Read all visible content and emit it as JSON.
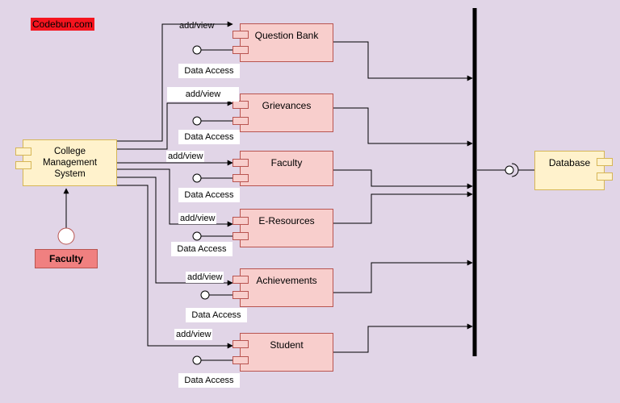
{
  "brand": "Codebun.com",
  "system": {
    "line1": "College",
    "line2": "Management",
    "line3": "System"
  },
  "actor": {
    "label": "Faculty"
  },
  "database": {
    "label": "Database"
  },
  "components": [
    {
      "name": "Question Bank",
      "link_label": "add/view",
      "access_label": "Data Access"
    },
    {
      "name": "Grievances",
      "link_label": "add/view",
      "access_label": "Data Access"
    },
    {
      "name": "Faculty",
      "link_label": "add/view",
      "access_label": "Data Access"
    },
    {
      "name": "E-Resources",
      "link_label": "add/view",
      "access_label": "Data Access"
    },
    {
      "name": "Achievements",
      "link_label": "add/view",
      "access_label": "Data Access"
    },
    {
      "name": "Student",
      "link_label": "add/view",
      "access_label": "Data Access"
    }
  ],
  "colors": {
    "background": "#e1d5e7",
    "component_fill": "#f8cecc",
    "component_stroke": "#b85450",
    "system_fill": "#fff2cc",
    "system_stroke": "#d6b656",
    "actor_fill": "#f08080",
    "brand_fill": "#f5141e",
    "bus": "#000000"
  }
}
